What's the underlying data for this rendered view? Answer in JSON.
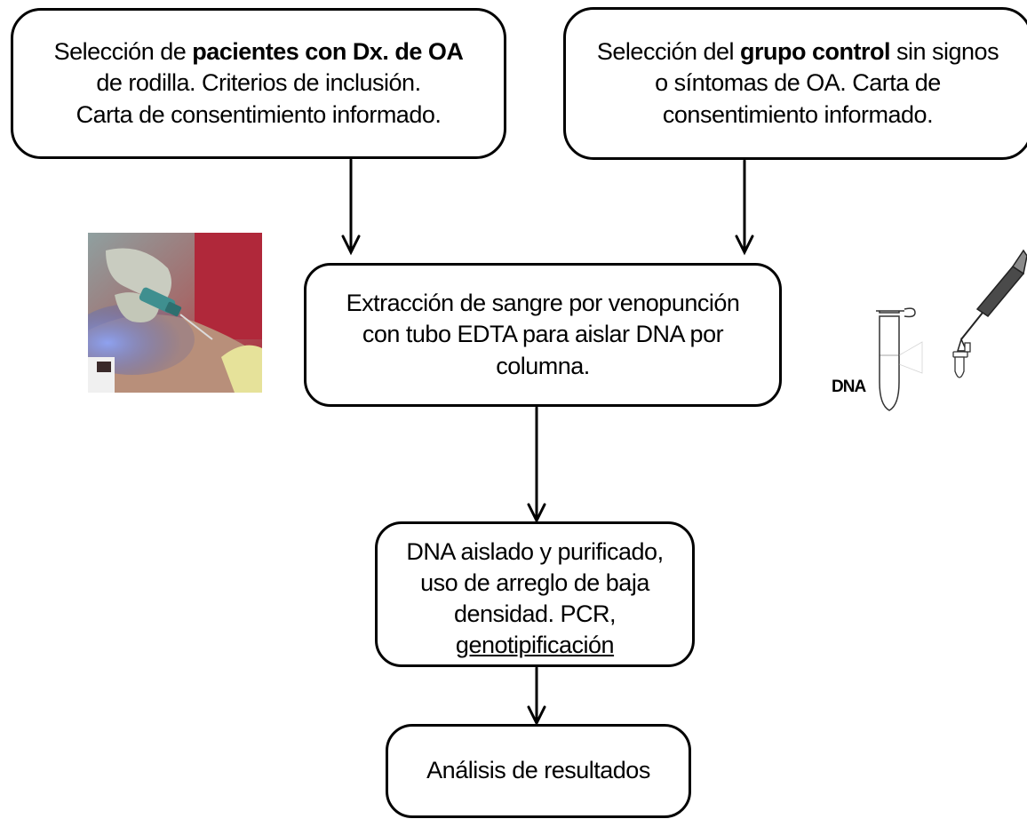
{
  "boxes": {
    "patients": {
      "line1_pre": "Selección de ",
      "line1_bold": "pacientes con Dx. de OA",
      "line2": "de rodilla. Criterios de inclusión.",
      "line3": "Carta de consentimiento informado."
    },
    "control": {
      "line1_pre": "Selección del ",
      "line1_bold": "grupo control",
      "line1_post": " sin signos",
      "line2": "o síntomas de OA. Carta de",
      "line3": "consentimiento informado."
    },
    "extraction": {
      "line1": "Extracción de sangre por venopunción",
      "line2": "con tubo EDTA para aislar DNA por",
      "line3": "columna."
    },
    "isolated": {
      "line1": "DNA aislado y purificado,",
      "line2": "uso de arreglo de baja",
      "line3": "densidad. PCR,",
      "line4": "genotipificación"
    },
    "analysis": {
      "line1": "Análisis de resultados"
    }
  },
  "illustration": {
    "dna_label": "DNA"
  },
  "colors": {
    "stroke": "#000000",
    "glove": "#c9ccc0",
    "skin": "#b88f7a",
    "red_bg": "#b0283a",
    "blue_light": "#6f86e0"
  }
}
